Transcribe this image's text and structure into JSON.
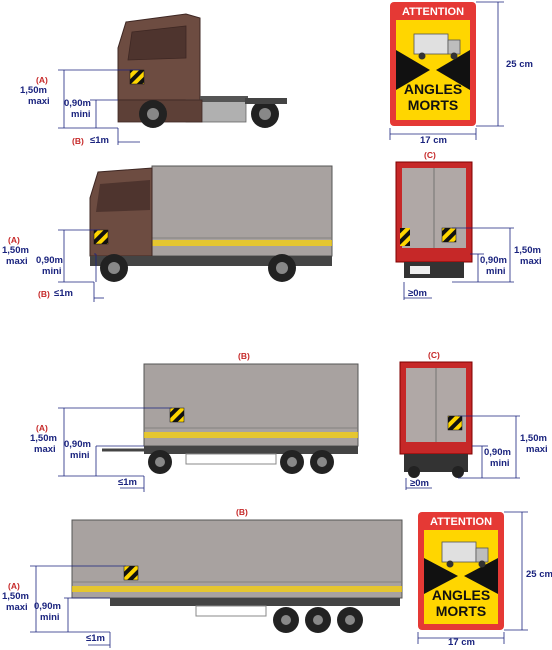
{
  "labels": {
    "a": "(A)",
    "b": "(B)",
    "c": "(C)",
    "max_height": "1,50m",
    "maxi": "maxi",
    "min_height": "0,90m",
    "mini": "mini",
    "front_dist": "≤1m",
    "rear_dist": "≥0m",
    "sign_height": "25 cm",
    "sign_width": "17 cm"
  },
  "sign": {
    "attention": "ATTENTION",
    "line1": "ANGLES",
    "line2": "MORTS"
  },
  "colors": {
    "sign_red": "#e53935",
    "sign_yellow": "#ffd600",
    "cab": "#6d4c41",
    "body": "#a8a2a0",
    "label_red": "#c62828",
    "label_blue": "#1a237e"
  }
}
